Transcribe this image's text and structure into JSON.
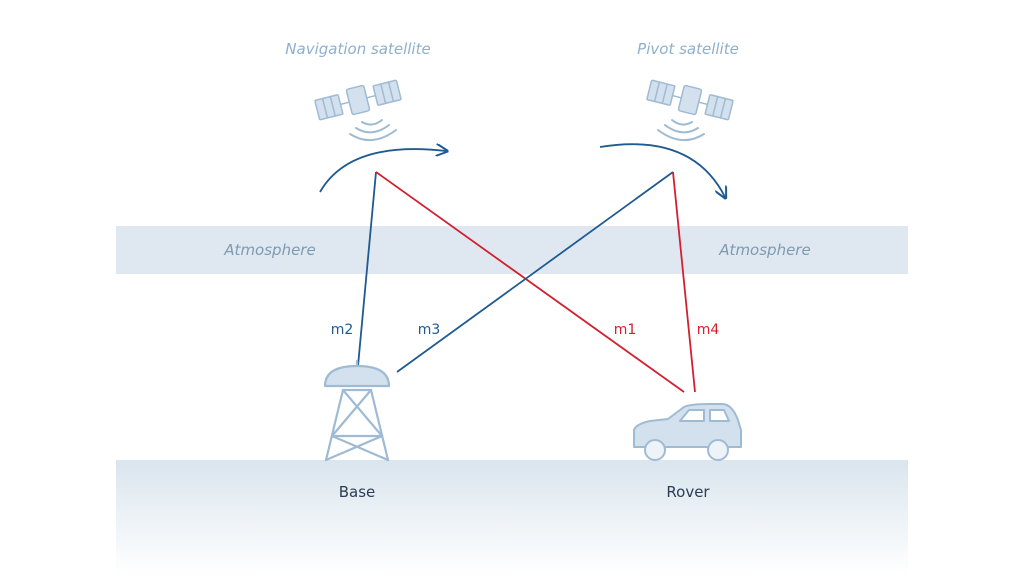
{
  "satellites": {
    "navigation": {
      "label": "Navigation satellite"
    },
    "pivot": {
      "label": "Pivot satellite"
    }
  },
  "atmosphere": {
    "left_label": "Atmosphere",
    "right_label": "Atmosphere"
  },
  "measurements": {
    "m1": "m1",
    "m2": "m2",
    "m3": "m3",
    "m4": "m4"
  },
  "ground": {
    "base_label": "Base",
    "rover_label": "Rover"
  },
  "colors": {
    "signal_blue": "#1f5a92",
    "signal_red": "#d3202f",
    "icon_fill": "#d3e1ee",
    "icon_stroke": "#9fbbd3",
    "atmosphere_band": "#dfe8f0",
    "ground_top": "#dde7ef"
  },
  "icons": [
    "satellite-icon",
    "signal-waves-icon",
    "orbit-arrow-icon",
    "base-antenna-icon",
    "car-icon"
  ]
}
